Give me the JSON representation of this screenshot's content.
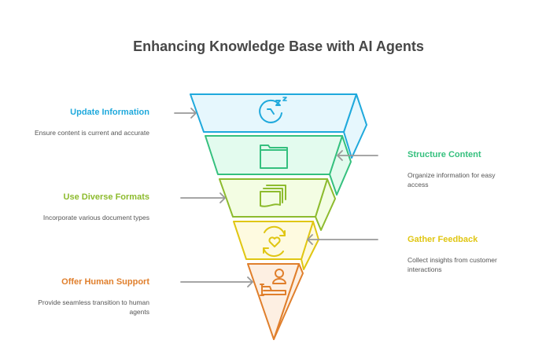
{
  "title": "Enhancing Knowledge Base with AI Agents",
  "steps": [
    {
      "label": "Update Information",
      "desc": "Ensure content is current and accurate",
      "color": "#1fa9dc",
      "fill": "#e6f7fd",
      "icon": "clock-sleep-icon",
      "side": "left"
    },
    {
      "label": "Structure Content",
      "desc": "Organize information for easy access",
      "color": "#35c07e",
      "fill": "#e3fbee",
      "icon": "folder-icon",
      "side": "right"
    },
    {
      "label": "Use Diverse Formats",
      "desc": "Incorporate various document types",
      "color": "#8dbb2e",
      "fill": "#f3fde3",
      "icon": "documents-icon",
      "side": "left"
    },
    {
      "label": "Gather Feedback",
      "desc": "Collect insights from customer interactions",
      "color": "#e0c612",
      "fill": "#fefae0",
      "icon": "heart-refresh-icon",
      "side": "right"
    },
    {
      "label": "Offer Human Support",
      "desc": "Provide seamless transition to human agents",
      "color": "#e07f2c",
      "fill": "#fdefe2",
      "icon": "human-support-icon",
      "side": "left"
    }
  ]
}
